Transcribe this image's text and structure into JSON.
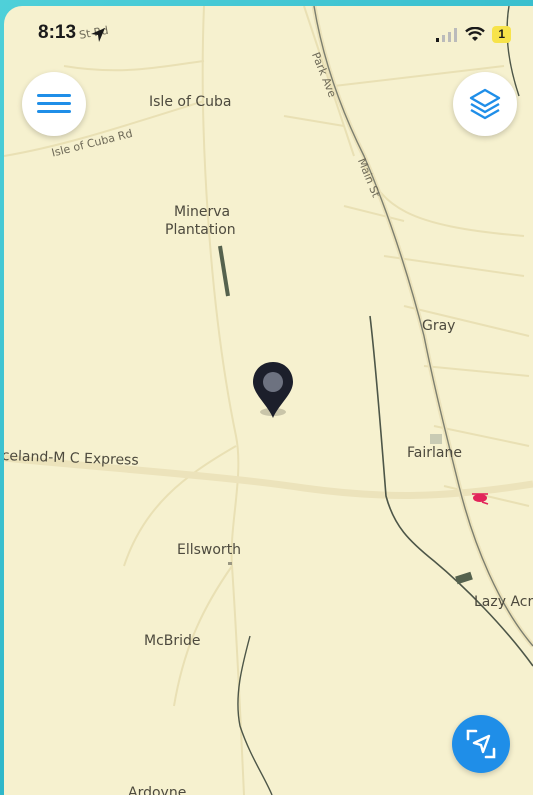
{
  "status_bar": {
    "time": "8:13",
    "battery": "1"
  },
  "map": {
    "labels": {
      "isle_of_cuba": "Isle of Cuba",
      "isle_of_cuba_rd": "Isle of Cuba Rd",
      "st_rd": "St Rd",
      "park_ave": "Park Ave",
      "main_st": "Main St",
      "minerva": "Minerva",
      "plantation": "Plantation",
      "gray": "Gray",
      "express": "celand-M C Express",
      "fairlane": "Fairlane",
      "ellsworth": "Ellsworth",
      "lazy_acres": "Lazy Acr",
      "mcbride": "McBride",
      "ardoyne": "Ardoyne"
    }
  },
  "controls": {
    "menu_icon": "menu-icon",
    "layers_icon": "layers-icon",
    "locate_icon": "navigation-arrow-icon"
  },
  "colors": {
    "map_bg": "#f6f1cf",
    "accent": "#1f8ee8",
    "pin": "#1c1f2b"
  }
}
